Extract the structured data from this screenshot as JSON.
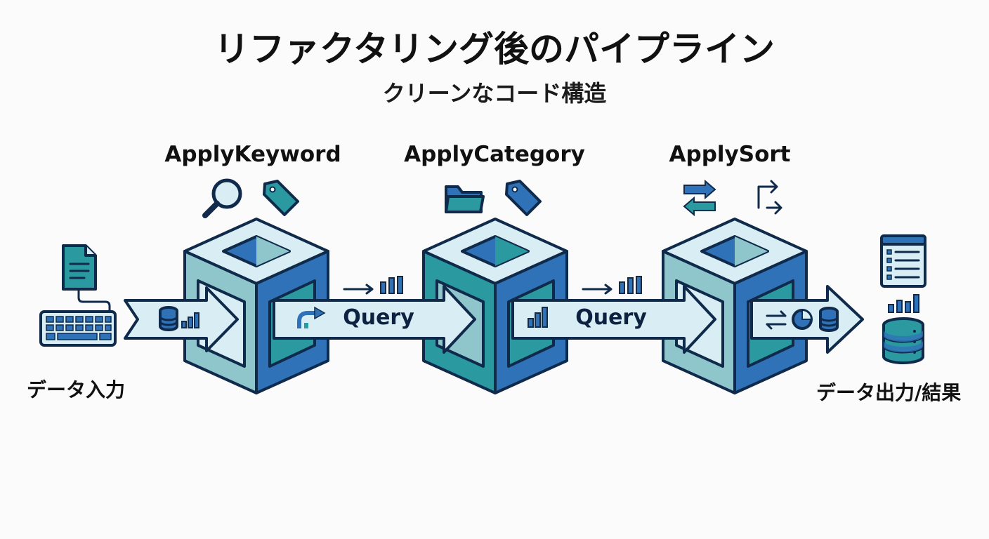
{
  "title": "リファクタリング後のパイプライン",
  "subtitle": "クリーンなコード構造",
  "stages": [
    {
      "label": "ApplyKeyword",
      "icons": [
        "search-icon",
        "tag-icon"
      ]
    },
    {
      "label": "ApplyCategory",
      "icons": [
        "folder-icon",
        "tag-icon"
      ]
    },
    {
      "label": "ApplySort",
      "icons": [
        "swap-arrows-icon",
        "branch-arrow-icon"
      ]
    }
  ],
  "connectors": [
    {
      "label": "Query"
    },
    {
      "label": "Query"
    }
  ],
  "input": {
    "label": "データ入力",
    "icons": [
      "document-icon",
      "keyboard-icon"
    ]
  },
  "output": {
    "label": "データ出力/結果",
    "icons": [
      "list-icon",
      "bar-chart-icon",
      "database-icon"
    ]
  },
  "colors": {
    "outline": "#0f2a4a",
    "blue": "#2f72b8",
    "teal": "#2a9aa0",
    "light_teal": "#8fc6cc",
    "pale": "#d9eef4"
  }
}
